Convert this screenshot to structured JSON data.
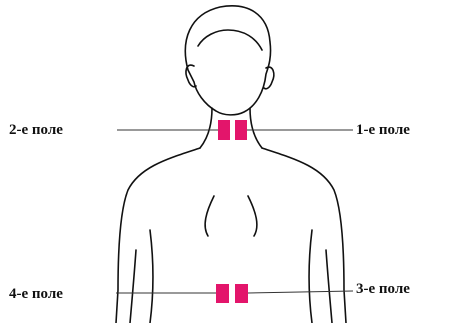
{
  "fields": {
    "f1": "1-е поле",
    "f2": "2-е поле",
    "f3": "3-е поле",
    "f4": "4-е поле"
  },
  "colors": {
    "electrode": "#e3156b",
    "outline": "#111111"
  }
}
